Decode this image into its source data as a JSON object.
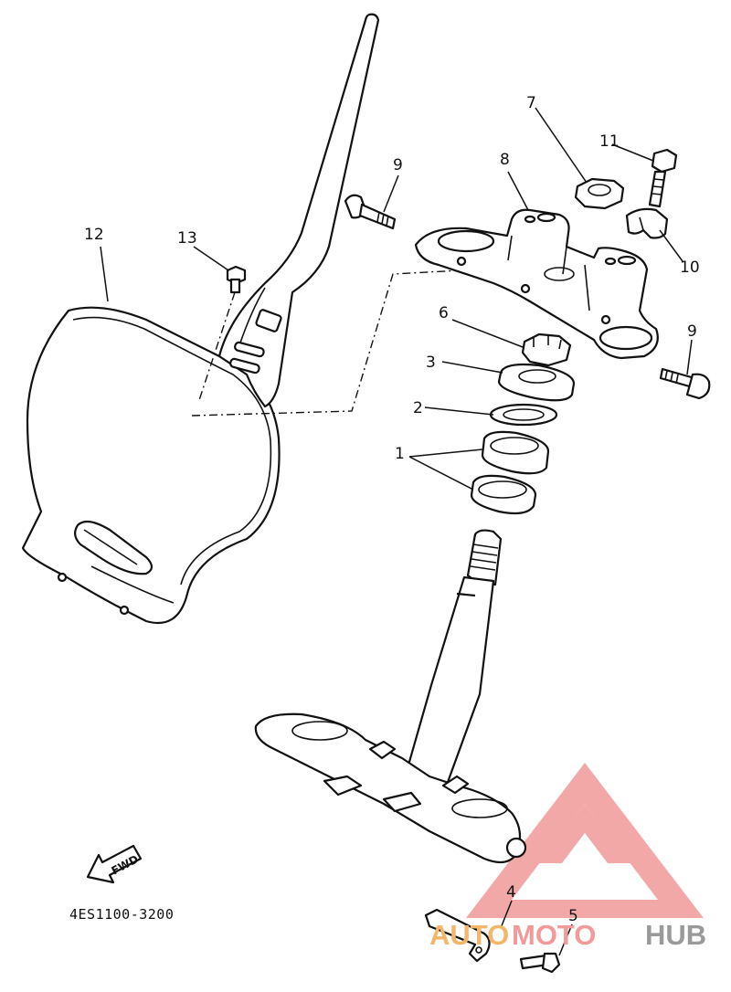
{
  "diagram": {
    "part_code": "4ES1100-3200",
    "direction_label": "FWD",
    "callouts": [
      "1",
      "2",
      "3",
      "4",
      "5",
      "6",
      "7",
      "8",
      "9",
      "9",
      "10",
      "11",
      "12",
      "13"
    ]
  },
  "watermark": {
    "brand_part1": "AUTO",
    "brand_part2": "MOTO",
    "brand_part3": "HUB",
    "colors": {
      "auto": "#f4b76a",
      "moto": "#f29a9a",
      "hub": "#9a9a9a",
      "triangle": "#f29a9a"
    }
  }
}
